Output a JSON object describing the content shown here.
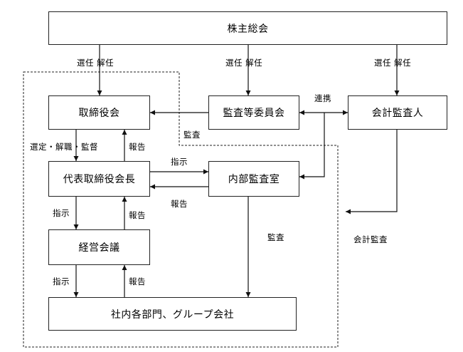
{
  "boxes": {
    "shareholders": "株主総会",
    "board": "取締役会",
    "audit_committee": "監査等委員会",
    "auditor": "会計監査人",
    "president": "代表取締役会長",
    "internal_audit": "内部監査室",
    "management": "経営会議",
    "departments": "社内各部門、グループ会社"
  },
  "labels": {
    "elect_dismiss": "選任 解任",
    "cooperation": "連携",
    "audit": "監査",
    "select_dismiss_supervise": "選定・解職・監督",
    "report": "報告",
    "instruct": "指示",
    "accounting_audit": "会計監査"
  }
}
